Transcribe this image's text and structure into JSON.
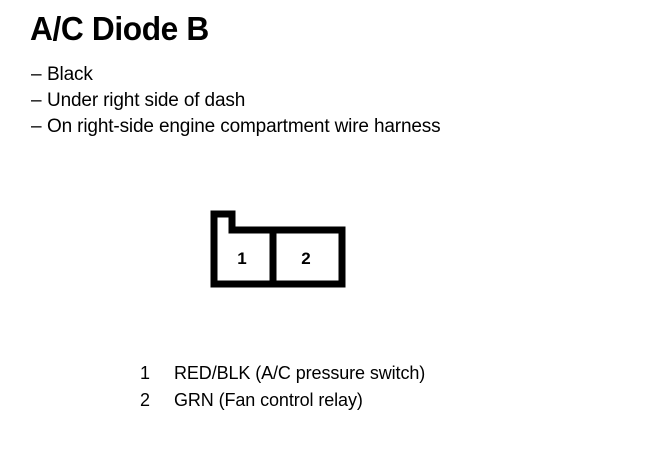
{
  "document": {
    "title": "A/C Diode B",
    "background_color": "#ffffff",
    "ink_color": "#000000"
  },
  "description": {
    "bullet_marker": "–",
    "items": [
      {
        "text": "Black"
      },
      {
        "text": "Under right side of dash"
      },
      {
        "text": "On right-side engine compartment wire harness"
      }
    ]
  },
  "connector": {
    "name": "2-pin connector",
    "shape": "rectangular body with locking tab at upper left",
    "pins": [
      {
        "number": "1"
      },
      {
        "number": "2"
      }
    ]
  },
  "legend": {
    "rows": [
      {
        "number": "1",
        "description": "RED/BLK (A/C pressure switch)"
      },
      {
        "number": "2",
        "description": "GRN (Fan control relay)"
      }
    ]
  }
}
